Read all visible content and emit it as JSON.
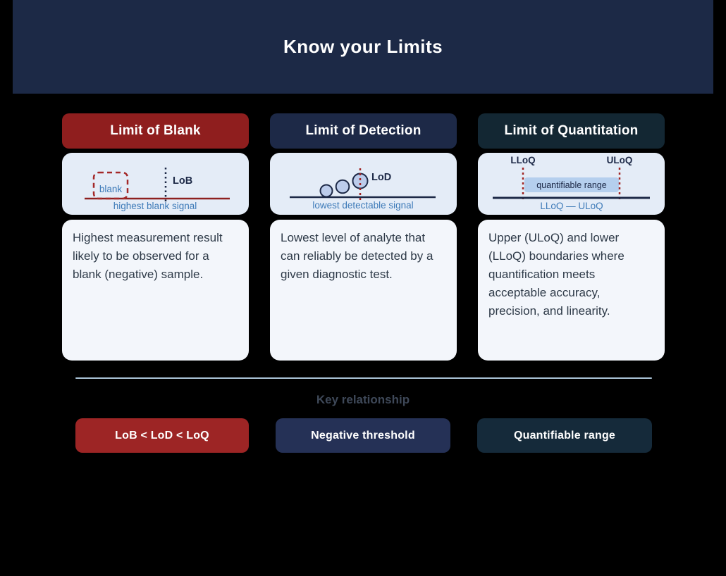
{
  "banner": {
    "title": "Know your Limits"
  },
  "columns": [
    {
      "header": "Limit of Blank",
      "diagram": {
        "box_label": "blank",
        "threshold_label": "LoB",
        "axis_label": "highest blank signal"
      },
      "description": "Highest measurement result likely to be observed for a blank (negative) sample."
    },
    {
      "header": "Limit of Detection",
      "diagram": {
        "threshold_label": "LoD",
        "axis_label": "lowest detectable signal"
      },
      "description": "Lowest level of analyte that can reliably be detected by a given diagnostic test."
    },
    {
      "header": "Limit of Quantitation",
      "diagram": {
        "lower_label": "LLoQ",
        "upper_label": "ULoQ",
        "range_label": "quantifiable range",
        "axis_label": "LLoQ — ULoQ"
      },
      "description": "Upper (ULoQ) and lower (LLoQ) boundaries where quantification meets acceptable accuracy, precision, and linearity."
    }
  ],
  "footer": {
    "heading": "Key relationship",
    "pills": [
      {
        "label": "LoB < LoD < LoQ",
        "color": "#9d2525"
      },
      {
        "label": "Negative threshold",
        "color": "#253156"
      },
      {
        "label": "Quantifiable range",
        "color": "#152a3a"
      }
    ]
  },
  "colors": {
    "background": "#000000",
    "banner": "#1c2946",
    "header_blank": "#8f1e1e",
    "header_detection": "#1d2947",
    "header_quantitation": "#132733",
    "diagram_card": "#e4ecf7",
    "description_card": "#f3f6fb",
    "diagram_red": "#a02525",
    "diagram_navy": "#1d2947",
    "diagram_blue_text": "#3d7ab8",
    "range_fill": "#b5cfee",
    "divider": "#a9c2d6"
  }
}
